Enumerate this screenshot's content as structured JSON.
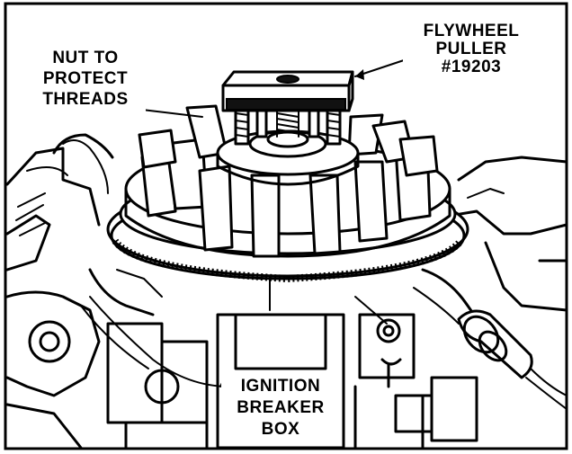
{
  "labels": {
    "flywheel_puller": [
      "FLYWHEEL",
      "PULLER",
      "#19203"
    ],
    "nut": [
      "NUT TO",
      "PROTECT",
      "THREADS"
    ],
    "ignition": [
      "IGNITION",
      "BREAKER",
      "BOX"
    ]
  }
}
